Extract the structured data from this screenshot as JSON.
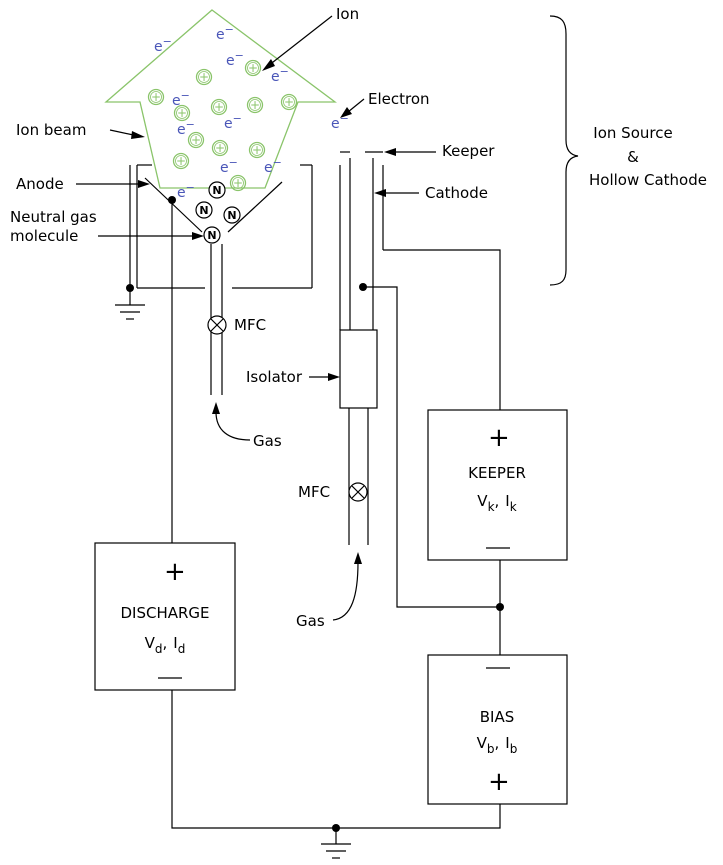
{
  "colors": {
    "ion_beam": "#8ac46a",
    "electron": "#4a56b8",
    "line": "#000000"
  },
  "labels": {
    "ion": "Ion",
    "electron": "Electron",
    "ion_beam": "Ion beam",
    "keeper": "Keeper",
    "anode": "Anode",
    "cathode": "Cathode",
    "neutral_gas_line1": "Neutral gas",
    "neutral_gas_line2": "molecule",
    "mfc": "MFC",
    "isolator": "Isolator",
    "gas": "Gas",
    "group_line1": "Ion Source",
    "group_line2": "&",
    "group_line3": "Hollow Cathode"
  },
  "symbols": {
    "electron": "e",
    "electron_sup": "−",
    "ion": "+",
    "neutral": "N",
    "plus": "+",
    "minus": "—"
  },
  "supplies": {
    "discharge": {
      "name": "DISCHARGE",
      "v": "V",
      "v_sub": "d",
      "sep": ",",
      "i": "I",
      "i_sub": "d"
    },
    "keeper": {
      "name": "KEEPER",
      "v": "V",
      "v_sub": "k",
      "sep": ",",
      "i": "I",
      "i_sub": "k"
    },
    "bias": {
      "name": "BIAS",
      "v": "V",
      "v_sub": "b",
      "sep": ",",
      "i": "I",
      "i_sub": "b"
    }
  }
}
